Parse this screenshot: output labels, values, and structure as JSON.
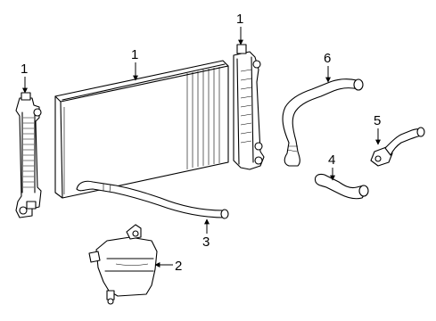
{
  "diagram": {
    "callouts": [
      {
        "id": "callout-1-left",
        "label": "1"
      },
      {
        "id": "callout-1-center",
        "label": "1"
      },
      {
        "id": "callout-1-right",
        "label": "1"
      },
      {
        "id": "callout-2",
        "label": "2"
      },
      {
        "id": "callout-3",
        "label": "3"
      },
      {
        "id": "callout-4",
        "label": "4"
      },
      {
        "id": "callout-5",
        "label": "5"
      },
      {
        "id": "callout-6",
        "label": "6"
      }
    ],
    "colors": {
      "line": "#000000",
      "background": "#ffffff"
    }
  }
}
